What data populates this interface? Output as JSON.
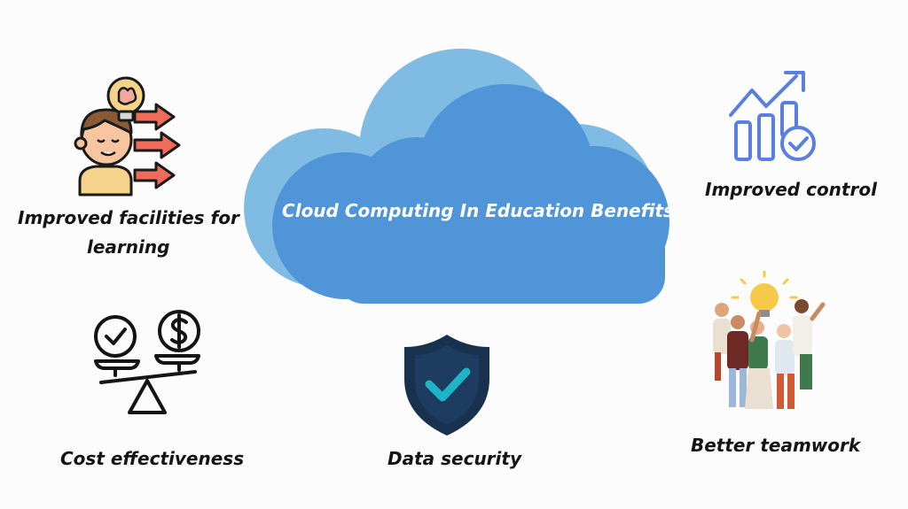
{
  "diagram": {
    "center": {
      "title": "Cloud Computing In Education Benefits"
    },
    "benefits": {
      "learning": {
        "line1": "Improved facilities for",
        "line2": "learning",
        "icon": "student-brain-idea-icon"
      },
      "control": {
        "label": "Improved control",
        "icon": "growth-chart-check-icon"
      },
      "cost": {
        "label": "Cost effectiveness",
        "icon": "balance-scale-dollar-icon"
      },
      "security": {
        "label": "Data security",
        "icon": "shield-check-icon"
      },
      "teamwork": {
        "label": "Better teamwork",
        "icon": "team-lightbulb-icon"
      }
    },
    "colors": {
      "cloud_back": "#7fbbe3",
      "cloud_front": "#4f95d8",
      "chart_blue": "#5b7fe0",
      "shield_navy": "#17314f",
      "shield_teal": "#1fb5c9"
    }
  }
}
